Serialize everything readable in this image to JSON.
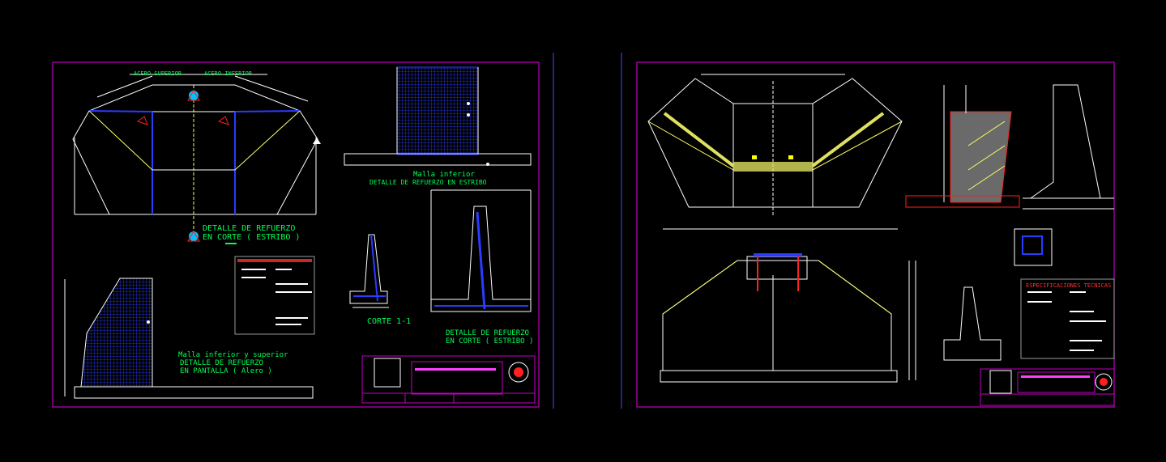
{
  "colors": {
    "background": "#000000",
    "frame": "#c000c0",
    "outline": "#ffffff",
    "rebar": "#2a3cff",
    "title": "#00ff55",
    "label": "#00ff55",
    "axis": "#ffff66",
    "cut": "#ff2020",
    "note_panel": "#9a9a9a"
  },
  "sheet1": {
    "plan_labels": {
      "acero_superior": "ACERO SUPERIOR",
      "acero_inferior": "ACERO INFERIOR"
    },
    "plan_title_line1": "DETALLE DE REFUERZO",
    "plan_title_line2": "EN CORTE ( ESTRIBO )",
    "malla_inferior_title": "Malla inferior",
    "malla_inferior_subtitle": "DETALLE DE REFUERZO EN ESTRIBO",
    "corte_title": "CORTE 1-1",
    "detalle_estribo_line1": "DETALLE DE REFUERZO",
    "detalle_estribo_line2": "EN CORTE ( ESTRIBO )",
    "pantalla_line1": "Malla inferior y superior",
    "pantalla_line2": "DETALLE DE REFUERZO",
    "pantalla_line3": "EN PANTALLA ( Alero )"
  },
  "sheet2": {
    "especificaciones_title": "ESPECIFICACIONES TECNICAS"
  }
}
